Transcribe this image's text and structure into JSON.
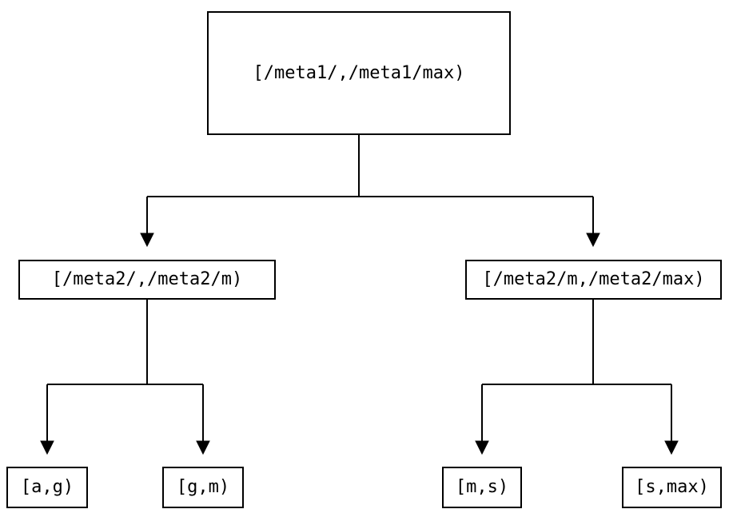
{
  "diagram": {
    "type": "tree",
    "nodes": {
      "root": {
        "id": "root",
        "label": "[/meta1/,/meta1/max)"
      },
      "left": {
        "id": "left",
        "label": "[/meta2/,/meta2/m)"
      },
      "right": {
        "id": "right",
        "label": "[/meta2/m,/meta2/max)"
      },
      "leaf_ag": {
        "id": "leaf_ag",
        "label": "[a,g)"
      },
      "leaf_gm": {
        "id": "leaf_gm",
        "label": "[g,m)"
      },
      "leaf_ms": {
        "id": "leaf_ms",
        "label": "[m,s)"
      },
      "leaf_smax": {
        "id": "leaf_smax",
        "label": "[s,max)"
      }
    },
    "edges": [
      {
        "from": "root",
        "to": "left"
      },
      {
        "from": "root",
        "to": "right"
      },
      {
        "from": "left",
        "to": "leaf_ag"
      },
      {
        "from": "left",
        "to": "leaf_gm"
      },
      {
        "from": "right",
        "to": "leaf_ms"
      },
      {
        "from": "right",
        "to": "leaf_smax"
      }
    ],
    "colors": {
      "background": "#ffffff",
      "box_fill": "#ffffff",
      "box_border": "#000000",
      "line": "#000000",
      "text": "#000000"
    }
  }
}
